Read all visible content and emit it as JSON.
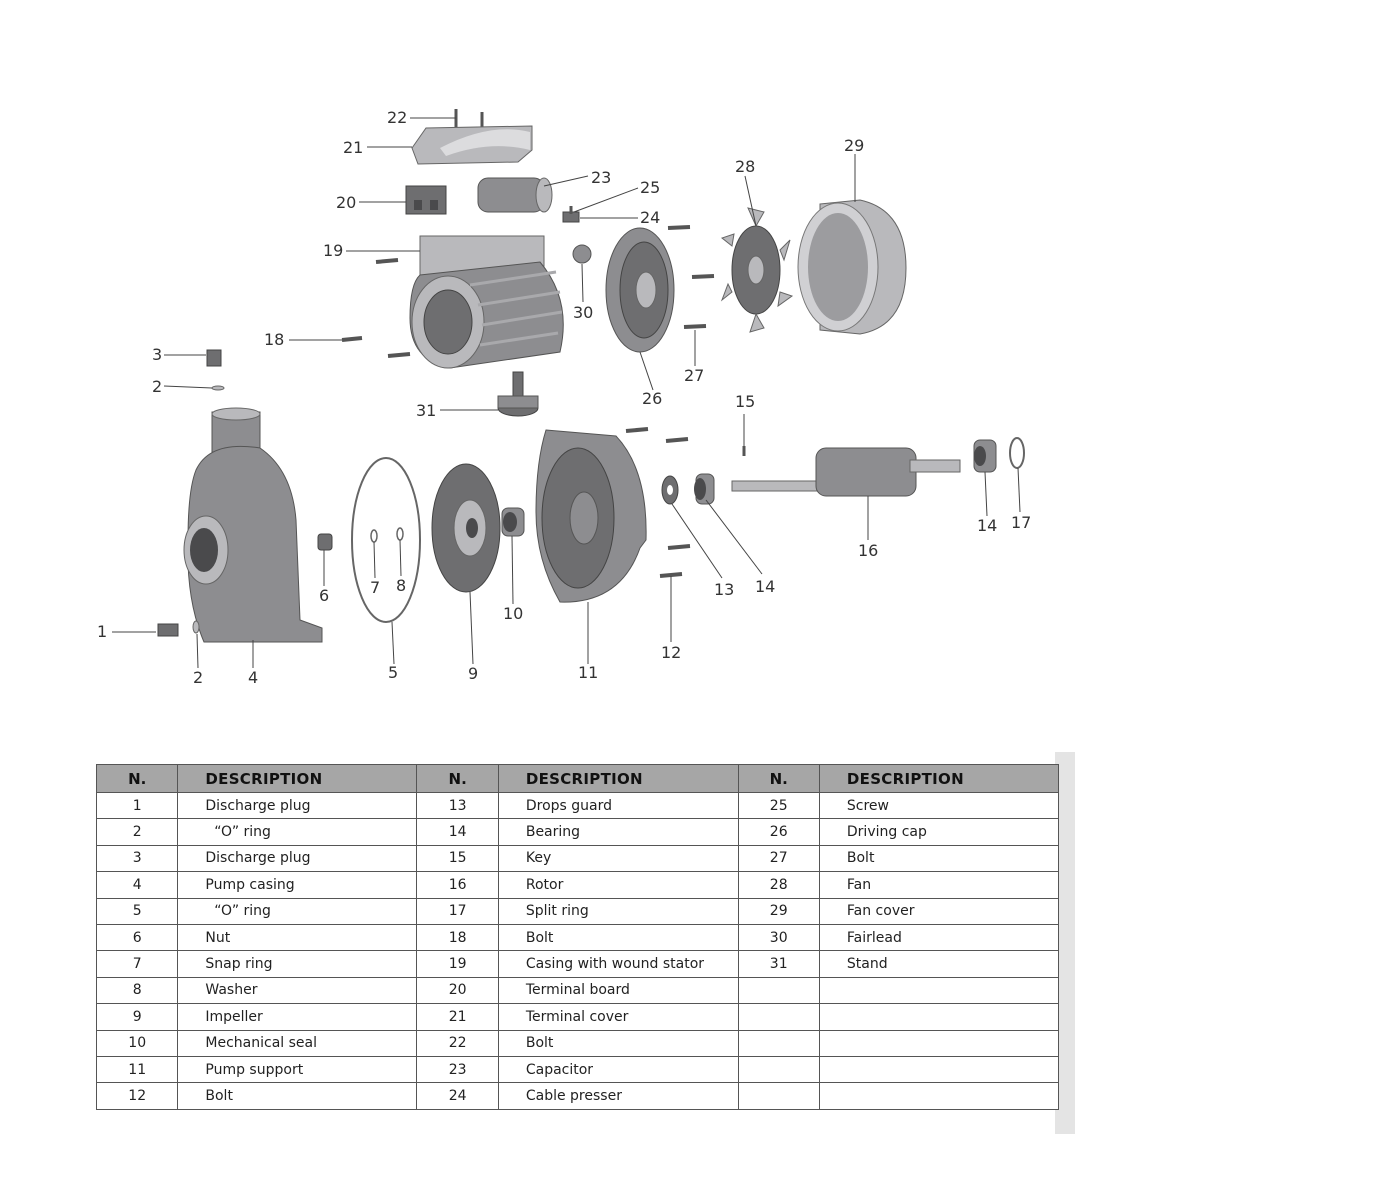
{
  "diagram": {
    "callouts": [
      "1",
      "2",
      "3",
      "4",
      "5",
      "6",
      "7",
      "8",
      "9",
      "10",
      "11",
      "12",
      "13",
      "14",
      "15",
      "16",
      "17",
      "18",
      "19",
      "20",
      "21",
      "22",
      "23",
      "24",
      "25",
      "26",
      "27",
      "28",
      "29",
      "30",
      "31"
    ]
  },
  "table": {
    "headers": [
      "N.",
      "DESCRIPTION",
      "N.",
      "DESCRIPTION",
      "N.",
      "DESCRIPTION"
    ],
    "rows": [
      [
        "1",
        "Discharge plug",
        "13",
        "Drops guard",
        "25",
        "Screw"
      ],
      [
        "2",
        "  “O” ring",
        "14",
        "Bearing",
        "26",
        "Driving cap"
      ],
      [
        "3",
        "Discharge plug",
        "15",
        "Key",
        "27",
        "Bolt"
      ],
      [
        "4",
        "Pump casing",
        "16",
        "Rotor",
        "28",
        "Fan"
      ],
      [
        "5",
        "  “O” ring",
        "17",
        "Split ring",
        "29",
        "Fan cover"
      ],
      [
        "6",
        "Nut",
        "18",
        "Bolt",
        "30",
        "Fairlead"
      ],
      [
        "7",
        "Snap ring",
        "19",
        "Casing with wound stator",
        "31",
        "Stand"
      ],
      [
        "8",
        "Washer",
        "20",
        "Terminal board",
        "",
        ""
      ],
      [
        "9",
        "Impeller",
        "21",
        "Terminal cover",
        "",
        ""
      ],
      [
        "10",
        "Mechanical seal",
        "22",
        "Bolt",
        "",
        ""
      ],
      [
        "11",
        "Pump support",
        "23",
        "Capacitor",
        "",
        ""
      ],
      [
        "12",
        "Bolt",
        "24",
        "Cable presser",
        "",
        ""
      ]
    ]
  }
}
